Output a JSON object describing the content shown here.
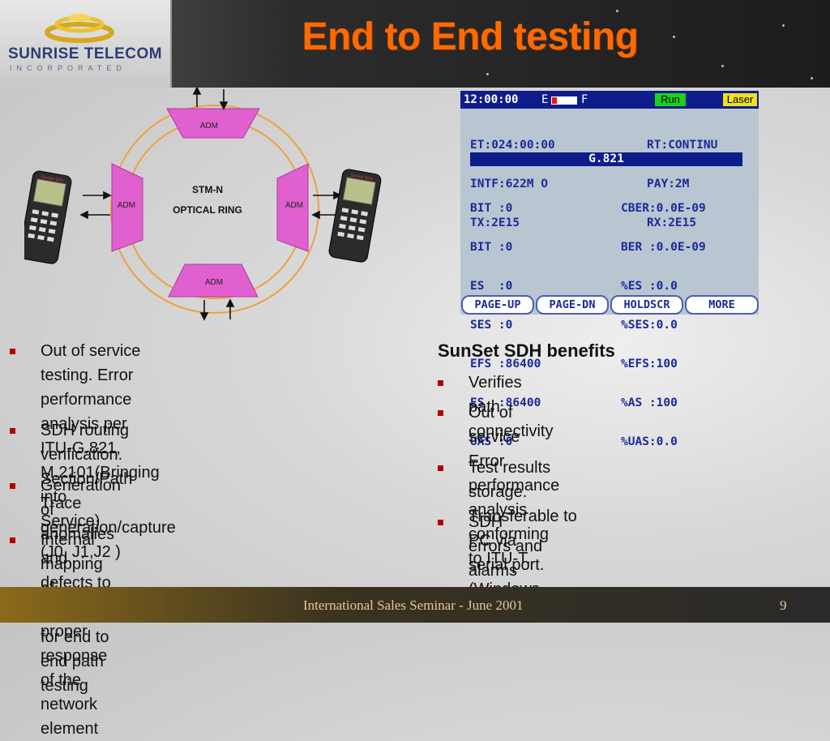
{
  "logo": {
    "name": "SUNRISE TELECOM",
    "sub": "INCORPORATED"
  },
  "title": "End to End testing",
  "diagram": {
    "adm_top": "ADM",
    "adm_left": "ADM",
    "adm_right": "ADM",
    "adm_bottom": "ADM",
    "ring_label_1": "STM-N",
    "ring_label_2": "OPTICAL RING",
    "device_label": "SunSet SDH"
  },
  "screen": {
    "time": "12:00:00",
    "e_label": "E",
    "f_label": "F",
    "run": "Run",
    "laser": "Laser",
    "info_left": [
      "ET:024:00:00",
      "INTF:622M O",
      "TX:2E15"
    ],
    "info_right": [
      "RT:CONTINU",
      "PAY:2M",
      "RX:2E15"
    ],
    "mode": "G.821",
    "res_left": [
      "BIT :0",
      "BIT :0",
      "ES  :0",
      "SES :0",
      "EFS :86400",
      "ES  :86400",
      "UAS :0"
    ],
    "res_right": [
      "CBER:0.0E-09",
      "BER :0.0E-09",
      "%ES :0.0",
      "%SES:0.0",
      "%EFS:100",
      "%AS :100",
      "%UAS:0.0"
    ],
    "buttons": [
      "PAGE-UP",
      "PAGE-DN",
      "HOLDSCR",
      "MORE"
    ]
  },
  "left_bullets": [
    {
      "lines": [
        "Out of service testing. Error performance",
        "analysis per  ITU-G.821, M.2101(Bringing into",
        "Service)"
      ]
    },
    {
      "lines": [
        "SDH routing verification. Section/Path Trace",
        "generation/capture (J0, J1,J2 )"
      ]
    },
    {
      "lines": [
        "Generation of anomalies and defects to verify",
        "proper response of the network element"
      ]
    },
    {
      "lines": [
        "Internal mapping of tributaries for end to end path",
        "testing"
      ]
    }
  ],
  "benefits": {
    "title": "SunSet SDH benefits",
    "items": [
      {
        "lines": [
          "Verifies path connectivity"
        ]
      },
      {
        "lines": [
          "Out of service Error performance analysis",
          "conforming to ITU-T."
        ]
      },
      {
        "lines": [
          "Test results storage. Transferable to PC via",
          "serial port. (Windows HyperTerminal)"
        ]
      },
      {
        "lines": [
          "SDH errors and alarms generation"
        ]
      }
    ]
  },
  "footer": {
    "text": "International Sales Seminar - June 2001",
    "page": "9"
  },
  "colors": {
    "title": "#ff6a00",
    "adm": "#e060d0",
    "ring": "#f0a040",
    "screen_bar": "#0f1d8c",
    "bullet": "#b00000"
  }
}
